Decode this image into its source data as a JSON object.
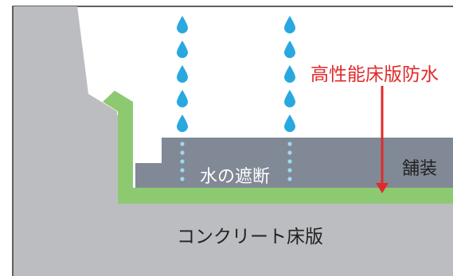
{
  "diagram": {
    "labels": {
      "waterproofing": "高性能床版防水",
      "pavement": "舗装",
      "water_block": "水の遮断",
      "concrete": "コンクリート床版"
    },
    "colors": {
      "background": "#ffffff",
      "frame_border": "#2b2b2b",
      "concrete": "#bcbdc0",
      "pavement": "#808995",
      "waterproof_layer": "#8dc971",
      "raindrop": "#29a8e0",
      "arrow": "#e02a2a",
      "label_dark": "#222222",
      "label_light": "#ffffff",
      "label_red": "#e02a2a"
    },
    "icons": {
      "raindrop": "raindrop-icon",
      "arrow": "down-arrow-icon"
    }
  }
}
